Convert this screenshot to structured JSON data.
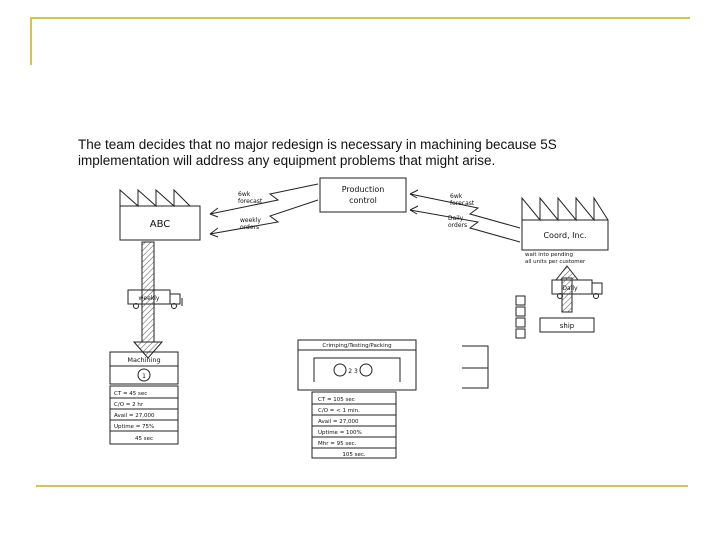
{
  "caption": {
    "line1": "The team decides that no major redesign is necessary in machining because 5S",
    "line2": "implementation will address any equipment problems that might arise."
  },
  "diagram": {
    "production_control": {
      "line1": "Production",
      "line2": "control"
    },
    "supplier": {
      "label": "ABC"
    },
    "customer": {
      "label": "Coord, Inc."
    },
    "info_flows": {
      "pc_to_supplier_forecast": {
        "line1": "6wk",
        "line2": "forecast"
      },
      "pc_to_supplier_orders": {
        "line1": "weekly",
        "line2": "orders"
      },
      "customer_to_pc_forecast": {
        "line1": "6wk",
        "line2": "forecast"
      },
      "customer_to_pc_orders": {
        "line1": "Daily",
        "line2": "orders"
      }
    },
    "supplier_shipment": {
      "label": "weekly"
    },
    "customer_shipment": {
      "label": "Daily"
    },
    "customer_note": {
      "line1": "wait into pending",
      "line2": "all units per customer"
    },
    "shipping_box": {
      "label": "ship"
    },
    "machining": {
      "title": "Machining",
      "operator": "1",
      "data": [
        "CT = 45 sec",
        "C/O = 2 hr",
        "Avail = 27,000",
        "Uptime = 75%",
        "45 sec"
      ]
    },
    "cell": {
      "title": "Crimping/Testing/Packing",
      "operators": "2  3",
      "data": [
        "CT = 105 sec",
        "C/O = < 1 min.",
        "Avail = 27,000",
        "Uptime = 100%",
        "Mhr = 95 sec.",
        "105 sec."
      ]
    }
  }
}
